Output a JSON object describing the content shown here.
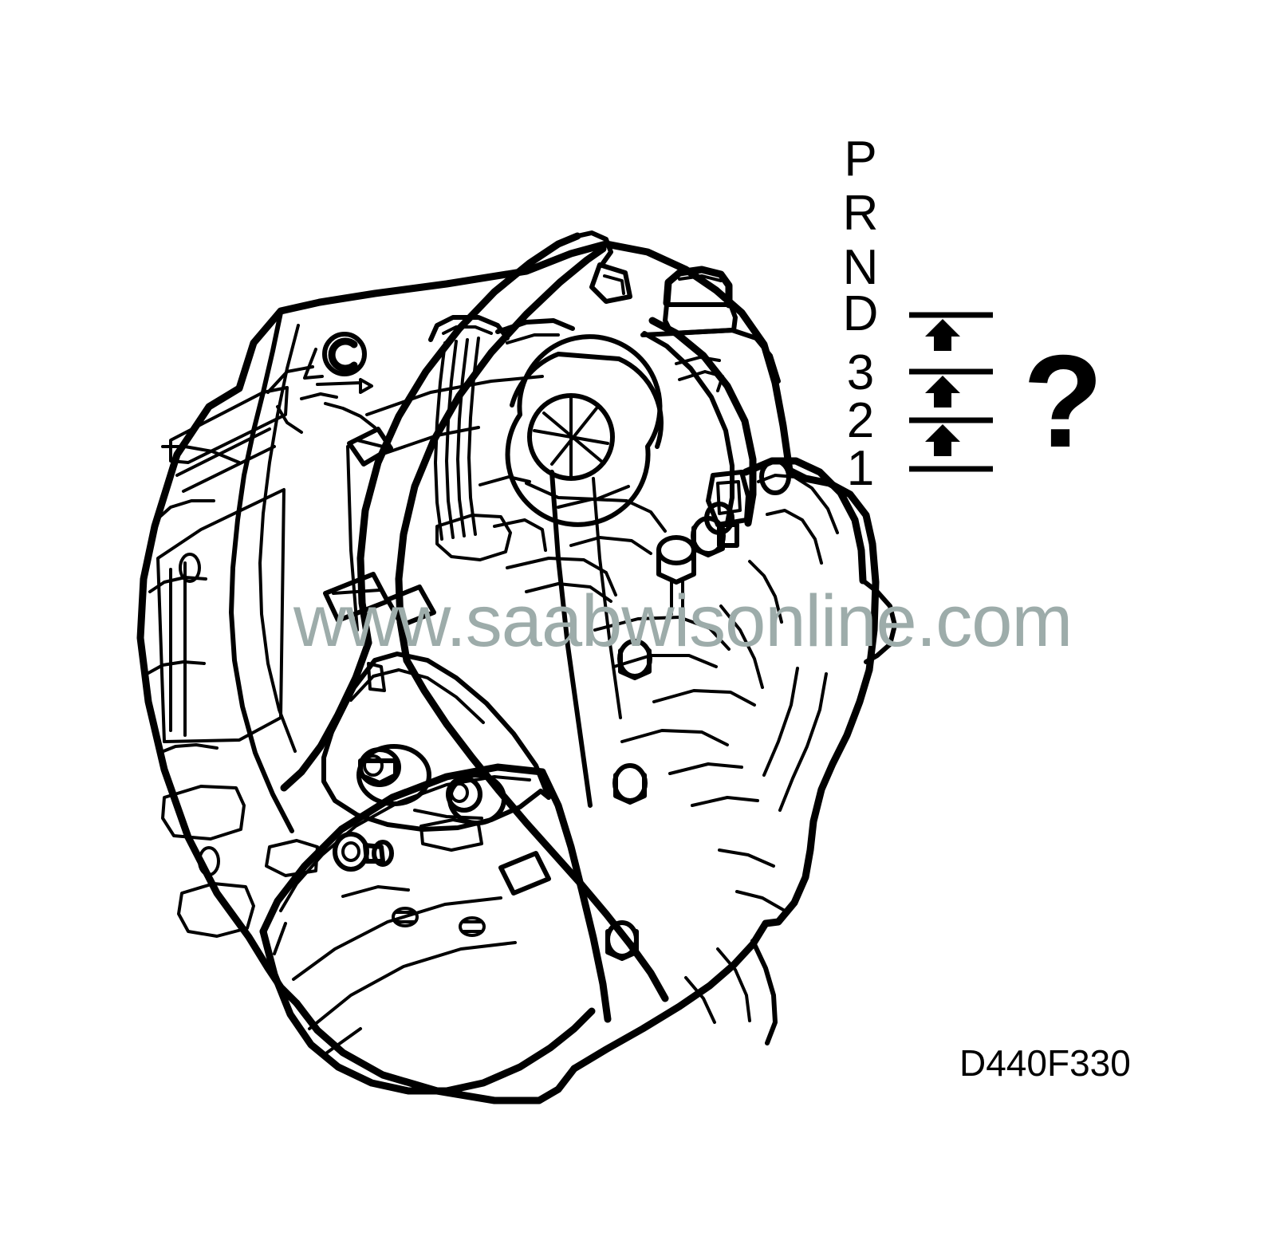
{
  "figure": {
    "background_color": "#ffffff",
    "line_color": "#000000",
    "id_label": "D440F330",
    "subject": "automatic-transmission-assembly"
  },
  "watermark": {
    "text": "www.saabwisonline.com",
    "color": "#9dacaa"
  },
  "gear_selector": {
    "positions": [
      {
        "label": "P"
      },
      {
        "label": "R"
      },
      {
        "label": "N"
      },
      {
        "label": "D"
      },
      {
        "label": "3"
      },
      {
        "label": "2"
      },
      {
        "label": "1"
      }
    ],
    "rules_count": 4,
    "arrows_count": 3,
    "arrow_direction": "up",
    "query_symbol": "?"
  },
  "callouts": {
    "bellhousing_mark": "C"
  }
}
